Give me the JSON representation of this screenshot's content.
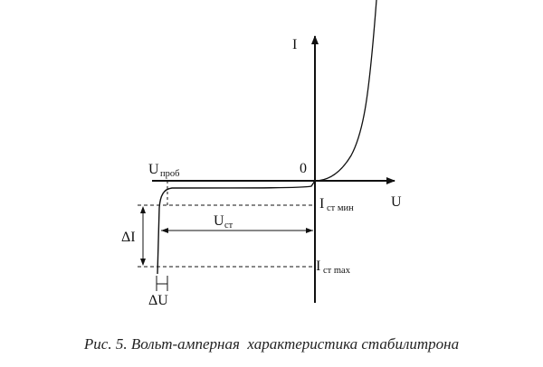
{
  "labels": {
    "axis_current": "I",
    "axis_voltage": "U",
    "origin": "0",
    "u_breakdown_main": "U",
    "u_breakdown_sub": "проб",
    "i_min_main": "I",
    "i_min_sub": "ст мин",
    "u_st_main": "U",
    "u_st_sub": "ст",
    "delta_i": "ΔI",
    "i_max_main": "I",
    "i_max_sub": "ст max",
    "delta_u": "ΔU"
  },
  "caption": "Рис. 5. Вольт-амперная  характеристика стабилитрона"
}
